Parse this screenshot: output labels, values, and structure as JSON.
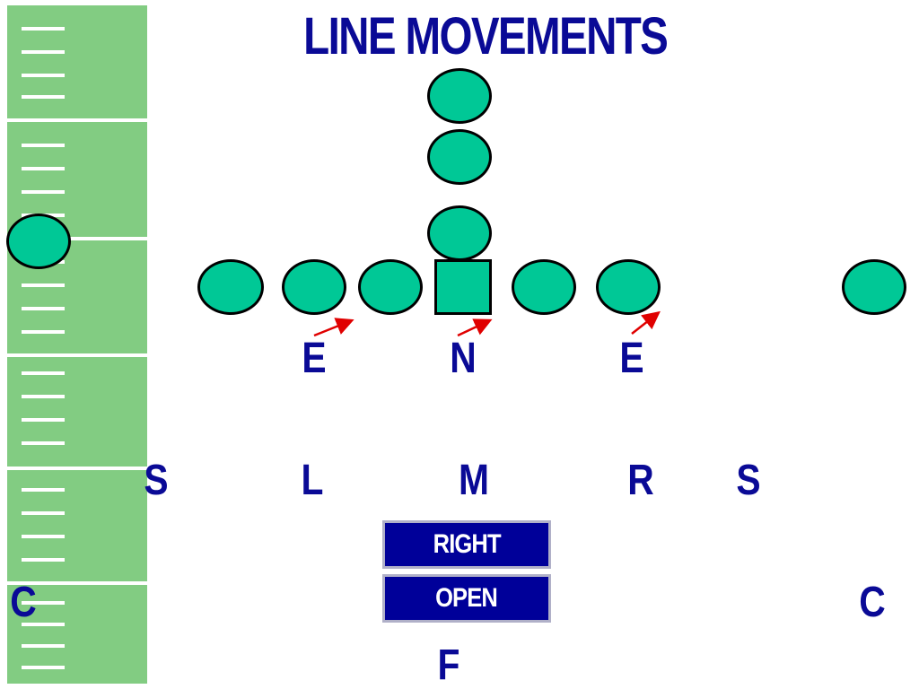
{
  "title": "LINE MOVEMENTS",
  "colors": {
    "field": "#82cc82",
    "player_fill": "#00c896",
    "label": "#0a0a96",
    "arrow": "#e00000",
    "call_box": "#000099"
  },
  "defense": {
    "front": [
      "E",
      "N",
      "E"
    ],
    "linebackers": [
      "S",
      "L",
      "M",
      "R",
      "S"
    ],
    "corners": [
      "C",
      "C"
    ],
    "free_safety": "F"
  },
  "calls": {
    "strength": "RIGHT",
    "coverage": "OPEN"
  }
}
